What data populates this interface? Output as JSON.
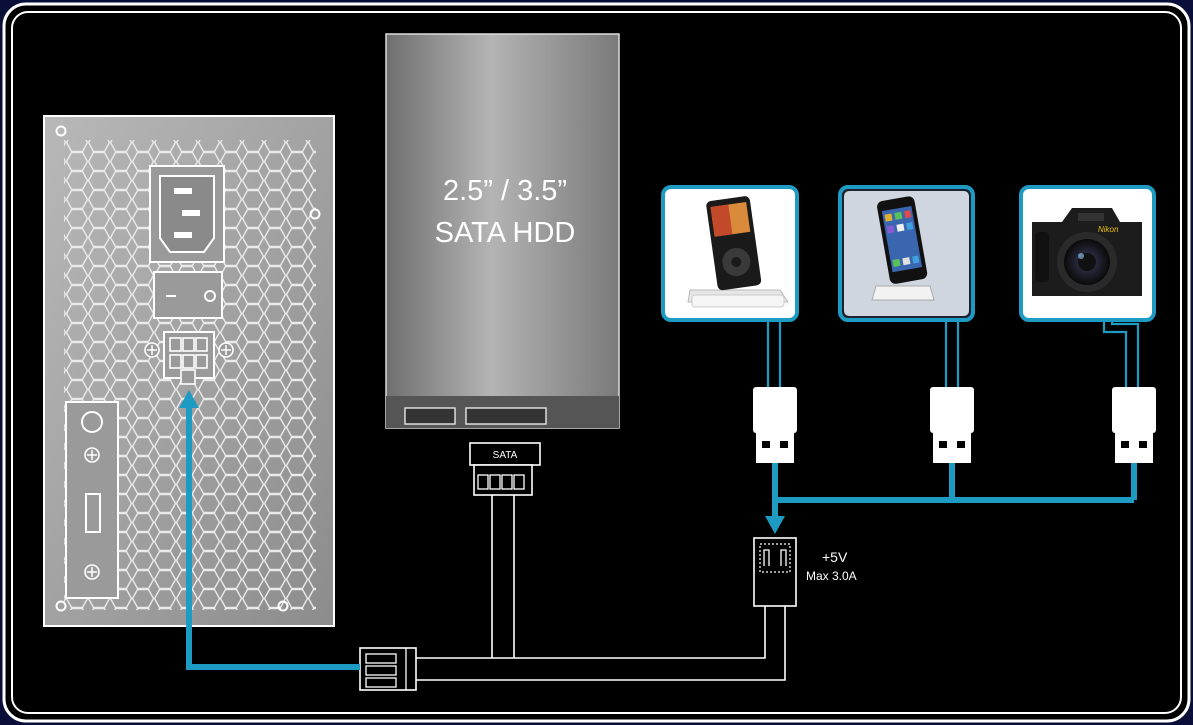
{
  "hdd": {
    "line1": "2.5” / 3.5”",
    "line2": "SATA HDD"
  },
  "sata_connector": {
    "label": "SATA"
  },
  "power_output": {
    "voltage": "+5V",
    "current": "Max 3.0A"
  },
  "devices": [
    {
      "name": "media-player-dock"
    },
    {
      "name": "smartphone-dock"
    },
    {
      "name": "dslr-camera",
      "brand": "Nikon"
    }
  ],
  "colors": {
    "cable": "#1e9bc2",
    "frame": "#ffffff",
    "background": "#000000",
    "outer": "#0a0f3a"
  }
}
